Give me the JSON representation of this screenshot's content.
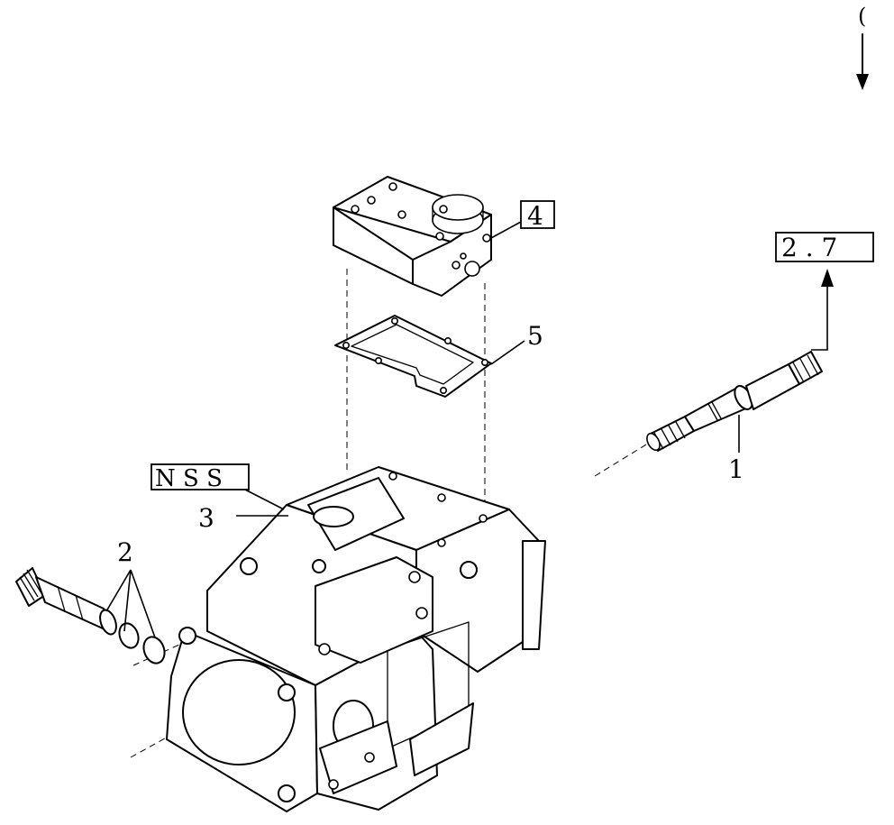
{
  "corner_mark": "(",
  "callouts": {
    "c1": "1",
    "c2": "2",
    "c3": "3",
    "c4": "4",
    "c5": "5"
  },
  "reference_boxes": {
    "ref_2_7": "2 . 7",
    "ref_nss": "N S S"
  }
}
